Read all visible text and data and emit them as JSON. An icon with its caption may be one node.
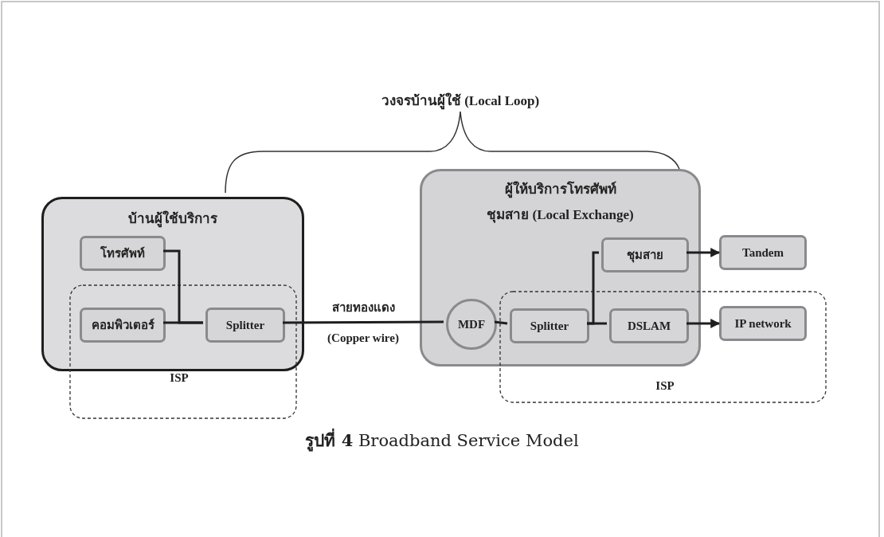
{
  "diagram": {
    "caption": "**รูปที่ 4** Broadband Service Model",
    "nodes": [
      {
        "text": [
          "บ้านผู้ใช้บริการ"
        ]
      },
      {
        "text": [
          "โทรศัพท์"
        ],
        "in": 0
      },
      {
        "text": [
          "คอมพิวเตอร์"
        ],
        "in": 0
      },
      {
        "text": [
          "Splitter"
        ],
        "in": 0
      },
      {
        "text": [
          "ผู้ให้บริการโทรศัพท์",
          "ชุมสาย (Local Exchange)"
        ]
      },
      {
        "text": [
          "ชุมสาย"
        ],
        "in": 4
      },
      {
        "text": [
          "Tandem"
        ]
      },
      {
        "text": [
          "MDF"
        ],
        "in": 4
      },
      {
        "text": [
          "Splitter"
        ],
        "in": 4
      },
      {
        "text": [
          "DSLAM"
        ],
        "in": 4
      },
      {
        "text": [
          "IP network"
        ]
      }
    ],
    "edges": [
      {
        "from": 1,
        "to": 3,
        "arrow": "none"
      },
      {
        "from": 2,
        "to": 3,
        "arrow": "none"
      },
      {
        "from": 3,
        "to": 7,
        "arrow": "none",
        "label": "สายทองแดง (Copper wire)"
      },
      {
        "from": 7,
        "to": 8,
        "arrow": "none"
      },
      {
        "from": 8,
        "to": 5,
        "arrow": "none"
      },
      {
        "from": 8,
        "to": 9,
        "arrow": "none"
      },
      {
        "from": 5,
        "to": 6,
        "arrow": "to"
      },
      {
        "from": 9,
        "to": 10,
        "arrow": "to"
      }
    ],
    "labels": [
      "วงจรบ้านผู้ใช้ (Local Loop)",
      "ISP",
      "ISP"
    ]
  }
}
